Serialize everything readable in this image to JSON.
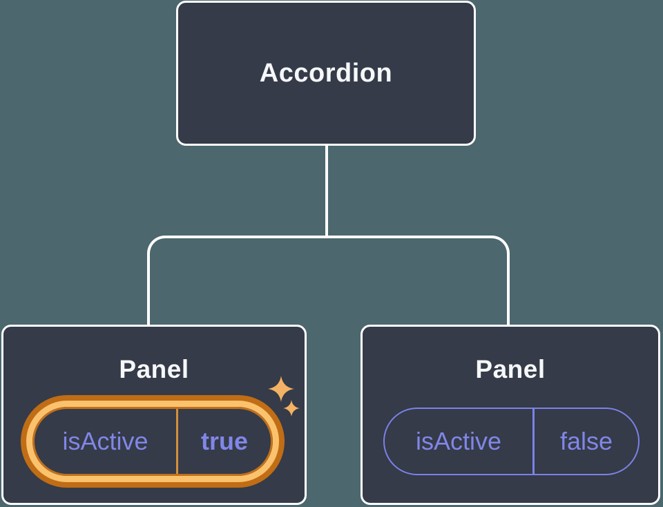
{
  "colors": {
    "bg": "#4c676e",
    "node_fill": "#353b48",
    "node_border": "#ffffff",
    "connector": "#ffffff",
    "title_text": "#f6f7f9",
    "purple_text": "#8186e8",
    "purple_border": "#7b82e8",
    "gold_ring": "#fbc26d",
    "orange_outer": "#c06d16",
    "orange_inner": "#c0701d",
    "amber_divider": "#d3913c",
    "sparkle": "#f4b264"
  },
  "tree": {
    "root": {
      "label": "Accordion"
    },
    "panels": [
      {
        "title": "Panel",
        "state_key": "isActive",
        "state_value": "true",
        "highlighted": true
      },
      {
        "title": "Panel",
        "state_key": "isActive",
        "state_value": "false",
        "highlighted": false
      }
    ]
  }
}
